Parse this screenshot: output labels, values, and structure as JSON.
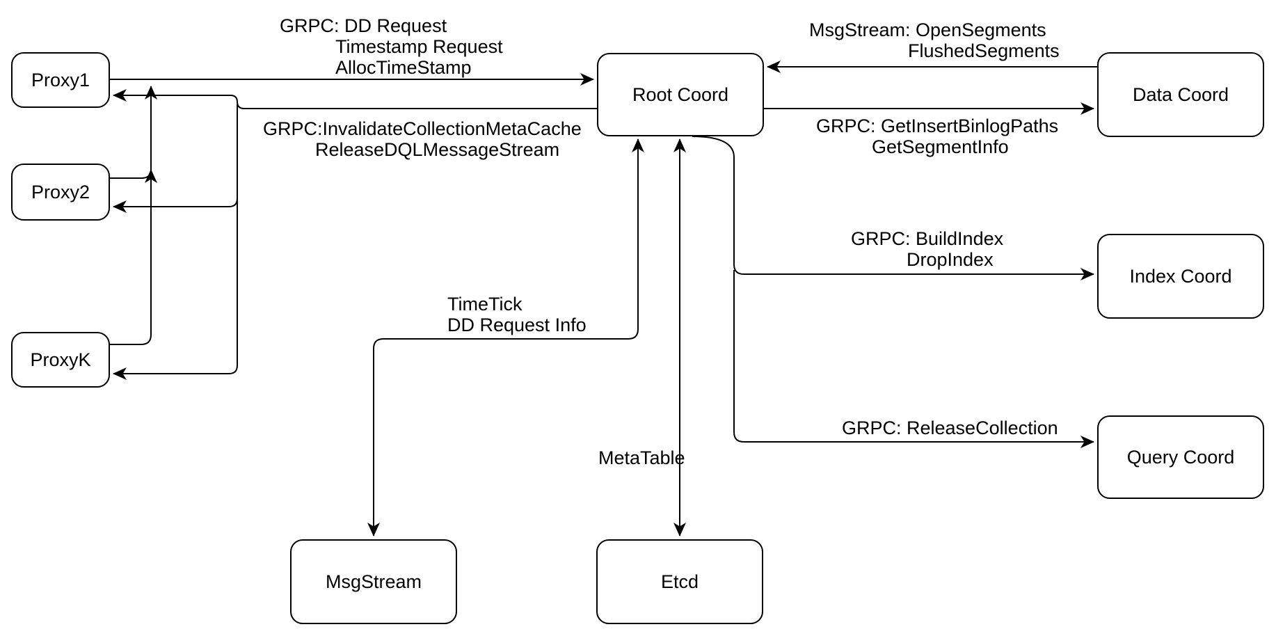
{
  "diagram": {
    "background": "#ffffff",
    "stroke_color": "#000000",
    "node_fill": "#ffffff",
    "nodes": {
      "proxy1": "Proxy1",
      "proxy2": "Proxy2",
      "proxyk": "ProxyK",
      "root_coord": "Root Coord",
      "data_coord": "Data Coord",
      "index_coord": "Index Coord",
      "query_coord": "Query Coord",
      "msgstream": "MsgStream",
      "etcd": "Etcd"
    },
    "edge_labels": {
      "proxy_to_root": [
        "GRPC: DD Request",
        "Timestamp Request",
        "AllocTimeStamp"
      ],
      "root_to_proxy": [
        "GRPC:InvalidateCollectionMetaCache",
        "ReleaseDQLMessageStream"
      ],
      "data_to_root": [
        "MsgStream: OpenSegments",
        "FlushedSegments"
      ],
      "root_to_data": [
        "GRPC: GetInsertBinlogPaths",
        "GetSegmentInfo"
      ],
      "root_to_index": [
        "GRPC: BuildIndex",
        "DropIndex"
      ],
      "root_to_query": [
        "GRPC: ReleaseCollection"
      ],
      "root_to_msgstream": [
        "TimeTick",
        "DD Request Info"
      ],
      "root_to_etcd": [
        "MetaTable"
      ]
    }
  }
}
